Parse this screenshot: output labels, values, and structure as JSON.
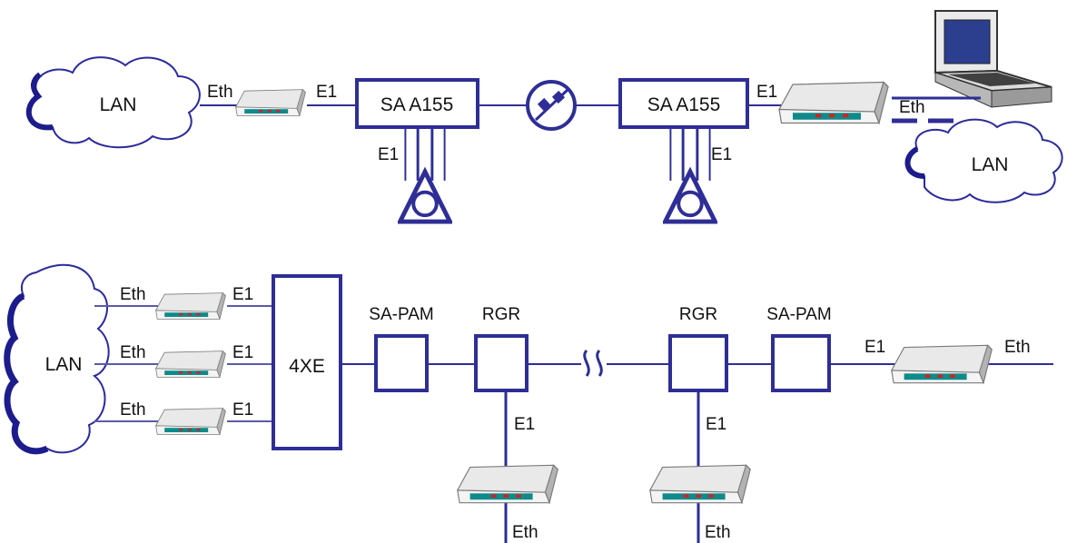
{
  "colors": {
    "line": "#2e2e96",
    "thin_line": "#5a5aa8",
    "cloud_edge": "#2b2b9a",
    "cloud_shadow": "#1c1c8c",
    "modem_body": "#e9e9e9",
    "modem_side": "#b3b3b3",
    "modem_panel": "#0f8a8a",
    "modem_led": "#d32020"
  },
  "top": {
    "lan_left": "LAN",
    "lan_right": "LAN",
    "eth_left": "Eth",
    "e1_left": "E1",
    "mux_left": "SA A155",
    "mux_right": "SA A155",
    "e1_right": "E1",
    "eth_right": "Eth",
    "e1_tributary_left": "E1",
    "e1_tributary_right": "E1",
    "satellite_icon": "satellite-icon",
    "tributary_icon": "e1-tributary-triangle-icon",
    "laptop_icon": "laptop-icon",
    "modem_icon": "ethernet-e1-converter-icon"
  },
  "bottom": {
    "lan": "LAN",
    "branches": [
      {
        "eth": "Eth",
        "e1": "E1"
      },
      {
        "eth": "Eth",
        "e1": "E1"
      },
      {
        "eth": "Eth",
        "e1": "E1"
      }
    ],
    "mux": "4XE",
    "sapam_left": "SA-PAM",
    "rgr_left": "RGR",
    "rgr_right": "RGR",
    "sapam_right": "SA-PAM",
    "drop_left": {
      "e1": "E1",
      "eth": "Eth"
    },
    "drop_right": {
      "e1": "E1",
      "eth": "Eth"
    },
    "end": {
      "e1": "E1",
      "eth": "Eth"
    },
    "break_icon": "line-break-icon"
  }
}
